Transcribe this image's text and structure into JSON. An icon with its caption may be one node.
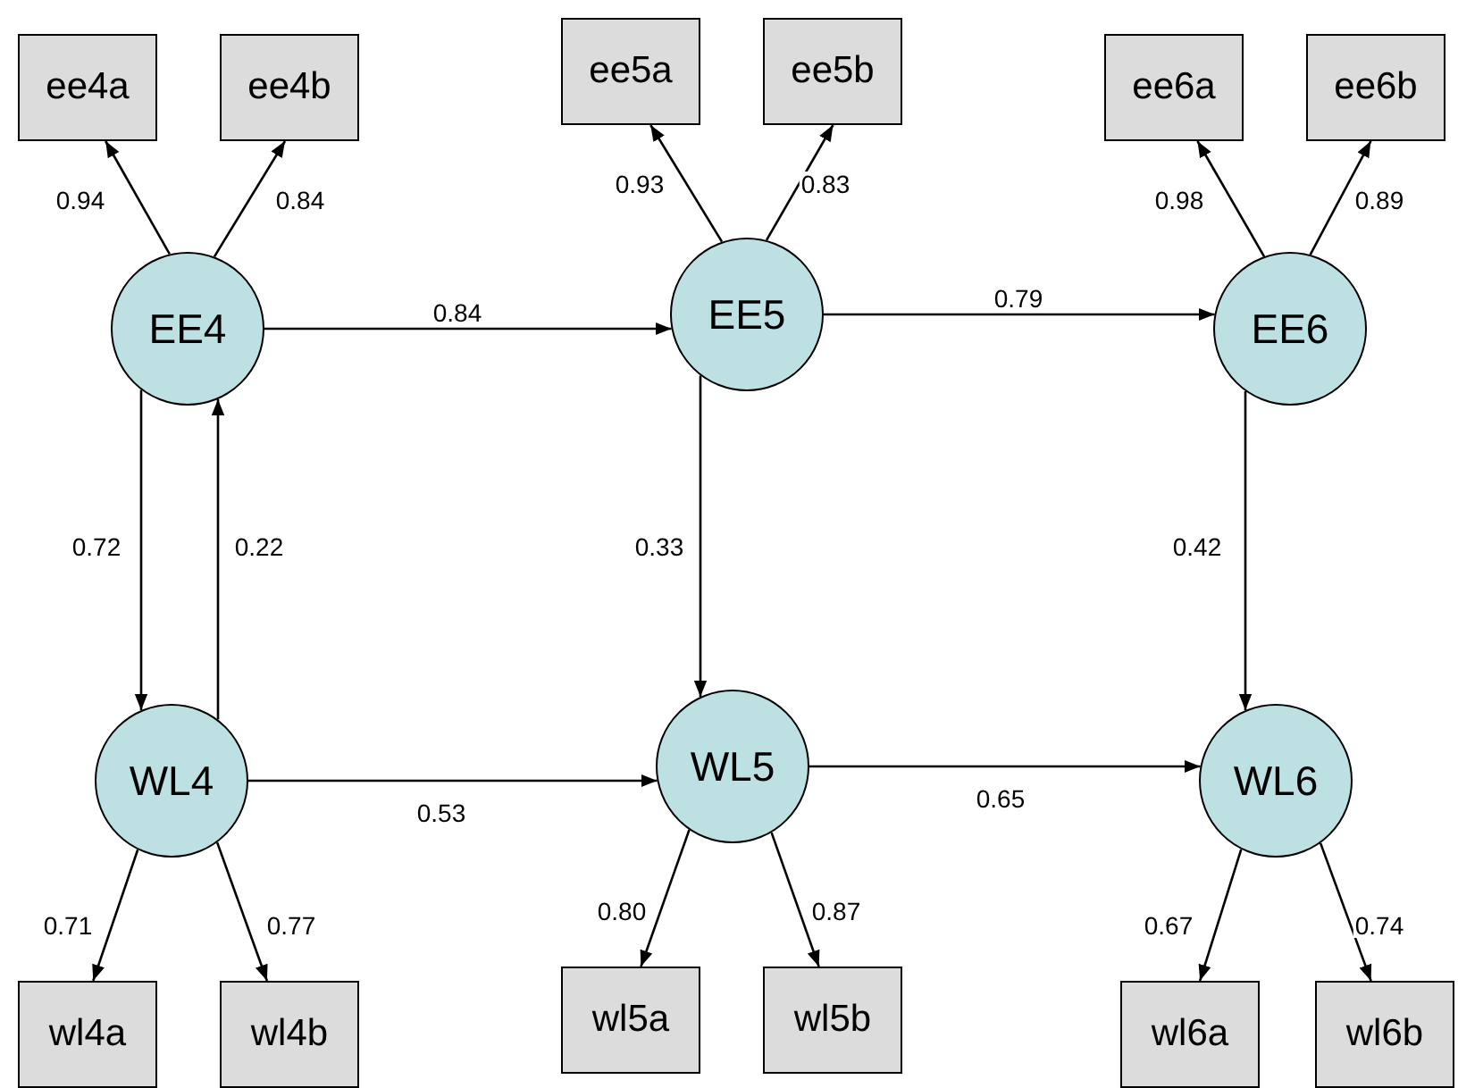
{
  "diagram": {
    "nodes": [
      {
        "text": [
          "ee4a"
        ]
      },
      {
        "text": [
          "ee4b"
        ]
      },
      {
        "text": [
          "ee5a"
        ]
      },
      {
        "text": [
          "ee5b"
        ]
      },
      {
        "text": [
          "ee6a"
        ]
      },
      {
        "text": [
          "ee6b"
        ]
      },
      {
        "text": [
          "EE4"
        ]
      },
      {
        "text": [
          "EE5"
        ]
      },
      {
        "text": [
          "EE6"
        ]
      },
      {
        "text": [
          "WL4"
        ]
      },
      {
        "text": [
          "WL5"
        ]
      },
      {
        "text": [
          "WL6"
        ]
      },
      {
        "text": [
          "wl4a"
        ]
      },
      {
        "text": [
          "wl4b"
        ]
      },
      {
        "text": [
          "wl5a"
        ]
      },
      {
        "text": [
          "wl5b"
        ]
      },
      {
        "text": [
          "wl6a"
        ]
      },
      {
        "text": [
          "wl6b"
        ]
      }
    ],
    "edges": [
      {
        "from": 6,
        "to": 0,
        "arrow": "to",
        "label": "0.94"
      },
      {
        "from": 6,
        "to": 1,
        "arrow": "to",
        "label": "0.84"
      },
      {
        "from": 7,
        "to": 2,
        "arrow": "to",
        "label": "0.93"
      },
      {
        "from": 7,
        "to": 3,
        "arrow": "to",
        "label": "0.83"
      },
      {
        "from": 8,
        "to": 4,
        "arrow": "to",
        "label": "0.98"
      },
      {
        "from": 8,
        "to": 5,
        "arrow": "to",
        "label": "0.89"
      },
      {
        "from": 6,
        "to": 7,
        "arrow": "to",
        "label": "0.84"
      },
      {
        "from": 7,
        "to": 8,
        "arrow": "to",
        "label": "0.79"
      },
      {
        "from": 6,
        "to": 9,
        "arrow": "to",
        "label": "0.72"
      },
      {
        "from": 9,
        "to": 6,
        "arrow": "to",
        "label": "0.22"
      },
      {
        "from": 7,
        "to": 10,
        "arrow": "to",
        "label": "0.33"
      },
      {
        "from": 8,
        "to": 11,
        "arrow": "to",
        "label": "0.42"
      },
      {
        "from": 9,
        "to": 10,
        "arrow": "to",
        "label": "0.53"
      },
      {
        "from": 10,
        "to": 11,
        "arrow": "to",
        "label": "0.65"
      },
      {
        "from": 9,
        "to": 12,
        "arrow": "to",
        "label": "0.71"
      },
      {
        "from": 9,
        "to": 13,
        "arrow": "to",
        "label": "0.77"
      },
      {
        "from": 10,
        "to": 14,
        "arrow": "to",
        "label": "0.80"
      },
      {
        "from": 10,
        "to": 15,
        "arrow": "to",
        "label": "0.87"
      },
      {
        "from": 11,
        "to": 16,
        "arrow": "to",
        "label": "0.67"
      },
      {
        "from": 11,
        "to": 17,
        "arrow": "to",
        "label": "0.74"
      }
    ]
  }
}
